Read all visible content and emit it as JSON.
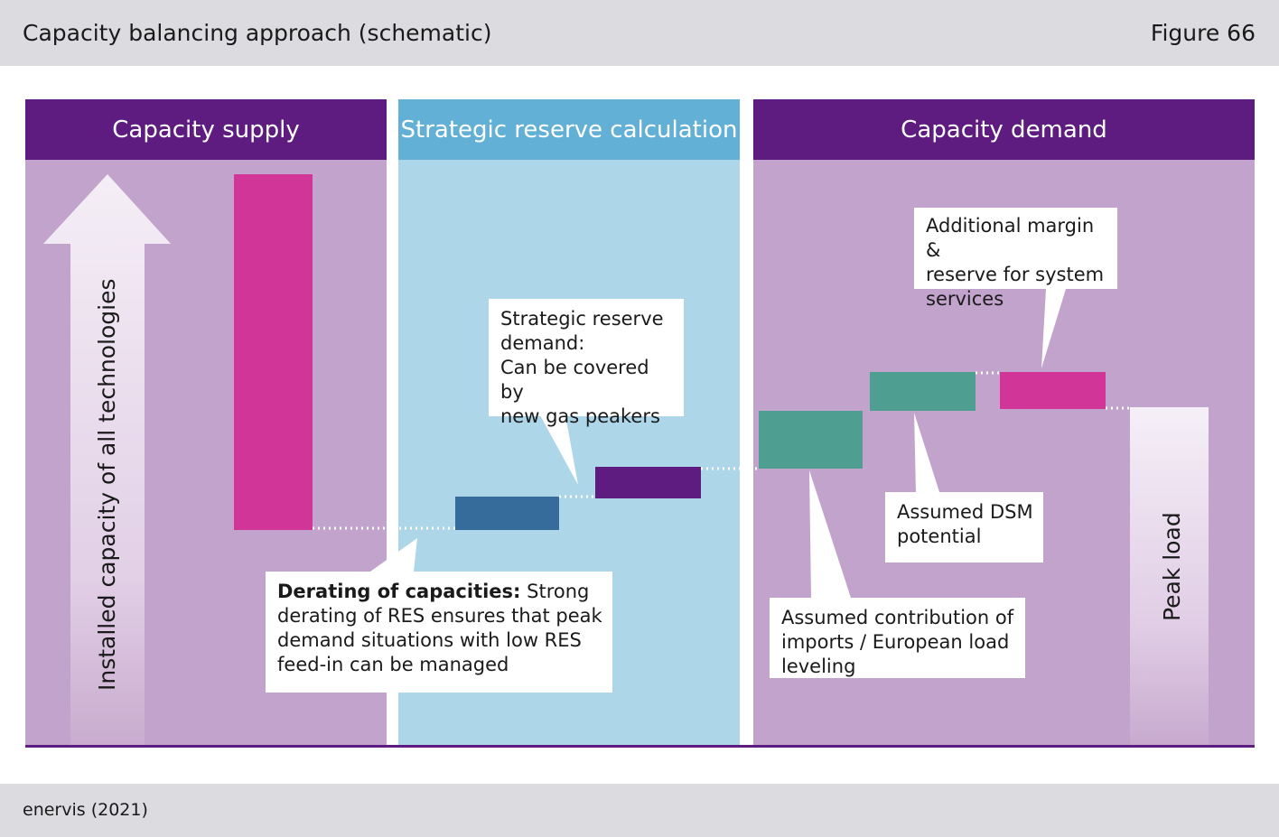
{
  "header": {
    "title": "Capacity balancing approach (schematic)",
    "figure_number": "Figure 66"
  },
  "footer": {
    "source": "enervis (2021)"
  },
  "panels": [
    {
      "id": "supply",
      "title": "Capacity supply"
    },
    {
      "id": "reserve",
      "title": "Strategic reserve calculation"
    },
    {
      "id": "demand",
      "title": "Capacity demand"
    }
  ],
  "labels": {
    "installed_capacity": "Installed capacity of all technologies",
    "peak_load": "Peak load"
  },
  "callouts": {
    "derating": {
      "bold_lead": "Derating of capacities:",
      "line1_rest": " Strong",
      "line2": "derating of RES ensures that peak",
      "line3": "demand situations with low RES",
      "line4": "feed-in can be managed"
    },
    "strategic": {
      "line1": "Strategic reserve",
      "line2": "demand:",
      "line3": "Can be covered by",
      "line4": "new gas peakers"
    },
    "imports": {
      "line1": "Assumed contribution of",
      "line2": "imports / European load",
      "line3": "leveling"
    },
    "dsm": {
      "line1": "Assumed DSM",
      "line2": "potential"
    },
    "margin": {
      "line1": "Additional margin &",
      "line2": "reserve for system",
      "line3": "services"
    }
  },
  "colors": {
    "panel_header_purple": "#5e1c80",
    "panel_header_blue": "#63b0d6",
    "panel_body_purple": "#c2a3cc",
    "panel_body_blue": "#add6e8",
    "installed_bar_magenta": "#d13597",
    "derating_bar_blue": "#356c9c",
    "strategic_bar_purple": "#5e1c80",
    "imports_bar_teal": "#4e9f91",
    "dsm_bar_teal": "#4e9f91",
    "margin_bar_magenta": "#d13597"
  }
}
